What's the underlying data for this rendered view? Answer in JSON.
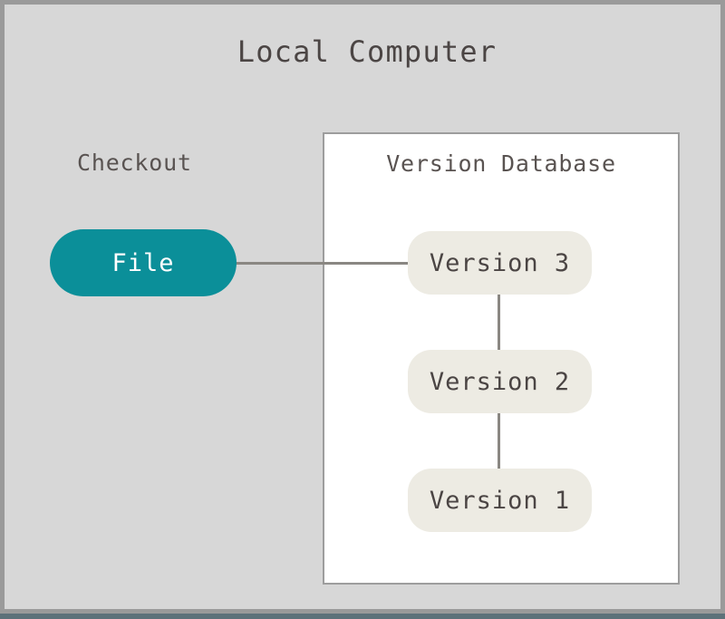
{
  "diagram": {
    "title": "Local Computer",
    "type": "local-version-control-diagram",
    "colors": {
      "canvas_background": "#d7d7d7",
      "canvas_border": "#9a9a9a",
      "bottom_strip": "#5d7179",
      "panel_background": "#ffffff",
      "panel_border": "#9d9d9d",
      "checkout_node_fill": "#0b8f99",
      "checkout_node_text": "#ffffff",
      "version_node_fill": "#edebe3",
      "version_node_text": "#4b4544",
      "connector_line": "#8a8782",
      "label_text": "#595351",
      "title_text": "#4b4544"
    }
  },
  "checkout_section": {
    "label": "Checkout",
    "node": {
      "label": "File",
      "shape": "pill"
    }
  },
  "version_database": {
    "label": "Version Database",
    "nodes": [
      {
        "label": "Version 3",
        "shape": "rounded-rect"
      },
      {
        "label": "Version 2",
        "shape": "rounded-rect"
      },
      {
        "label": "Version 1",
        "shape": "rounded-rect"
      }
    ]
  },
  "connections": [
    {
      "from": "File",
      "to": "Version 3",
      "orientation": "horizontal"
    },
    {
      "from": "Version 3",
      "to": "Version 2",
      "orientation": "vertical"
    },
    {
      "from": "Version 2",
      "to": "Version 1",
      "orientation": "vertical"
    }
  ]
}
